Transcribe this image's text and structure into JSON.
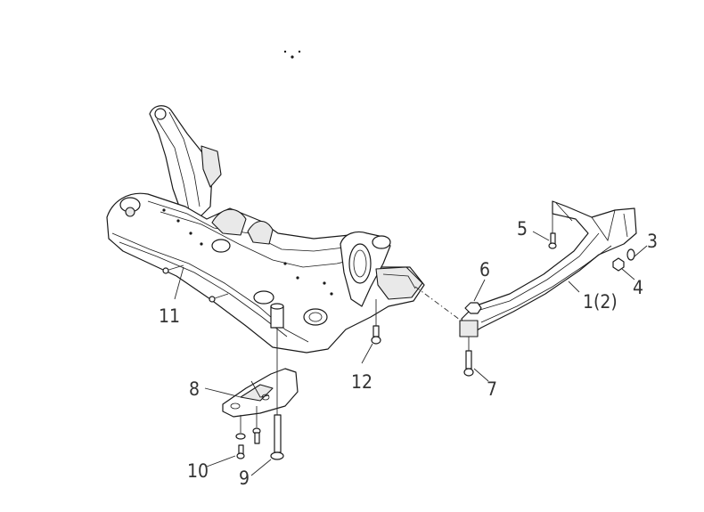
{
  "callouts": {
    "c1": "1(2)",
    "c3": "3",
    "c4": "4",
    "c5": "5",
    "c6": "6",
    "c7": "7",
    "c8": "8",
    "c9": "9",
    "c10": "10",
    "c11": "11",
    "c12": "12"
  }
}
